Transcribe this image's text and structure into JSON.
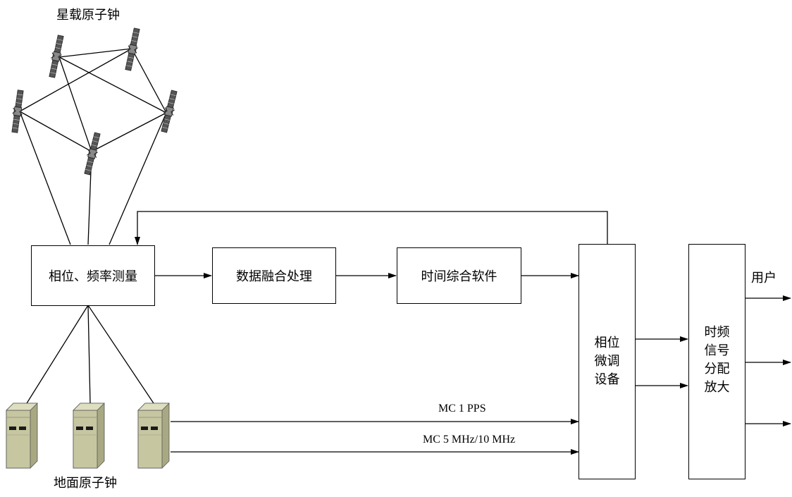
{
  "satellite_group": {
    "label": "星载原子钟"
  },
  "ground_group": {
    "label": "地面原子钟"
  },
  "blocks": {
    "measure": "相位、频率测量",
    "fusion": "数据融合处理",
    "software": "时间综合软件",
    "phase_adjust": [
      "相位",
      "微调",
      "设备"
    ],
    "distribution": [
      "时频",
      "信号",
      "分配",
      "放大"
    ]
  },
  "signals": {
    "pps": "MC 1 PPS",
    "freq": "MC 5 MHz/10 MHz"
  },
  "outputs": {
    "user": "用户"
  },
  "colors": {
    "line": "#000000",
    "clock_body": "#c6c6a0",
    "clock_top": "#dedec0",
    "clock_side": "#a8a882",
    "clock_slot": "#1a1a1a",
    "satellite_panel": "#555555"
  }
}
